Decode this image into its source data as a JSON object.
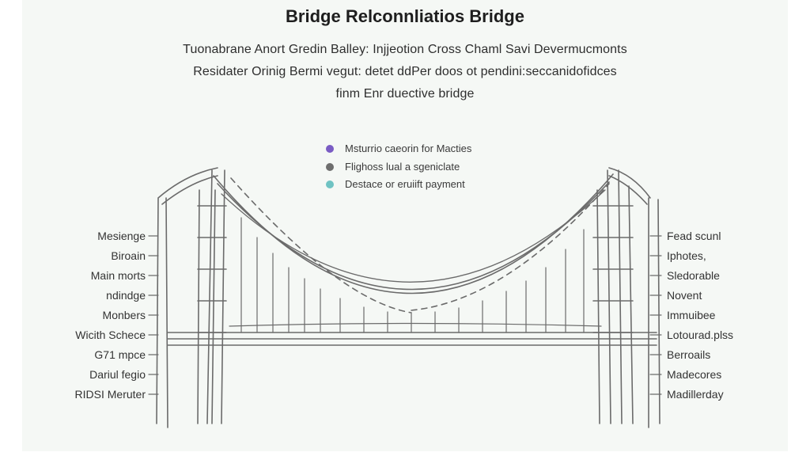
{
  "title": "Bridge Relconnliatios Bridge",
  "subtitle_lines": [
    "Tuonabrane Anort Gredin Balley: Injjeotion Cross Chaml Savi Devermucmonts",
    "Residater Orinig Bermi vegut: detet ddPer doos ot pendini:seccanidofidces",
    "finm Enr duective bridge"
  ],
  "legend": [
    {
      "label": "Msturrio caeorin for Macties",
      "color": "#7a5cc4"
    },
    {
      "label": "Flighoss lual a sgeniclate",
      "color": "#6e6e6e"
    },
    {
      "label": "Destace or eruiift payment",
      "color": "#6fc3c3"
    }
  ],
  "left_labels": [
    "Mesienge",
    "Biroain",
    "Main morts",
    "ndindge",
    "Monbers",
    "Wicith Schece",
    "G71 mpce",
    "Dariul fegio",
    "RIDSI Meruter"
  ],
  "right_labels": [
    "Fead scunl",
    "Iphotes,",
    "Sledorable",
    "Novent",
    "Immuibee",
    "Lotourad.plss",
    "Berroails",
    "Madecores",
    "Madillerday"
  ]
}
